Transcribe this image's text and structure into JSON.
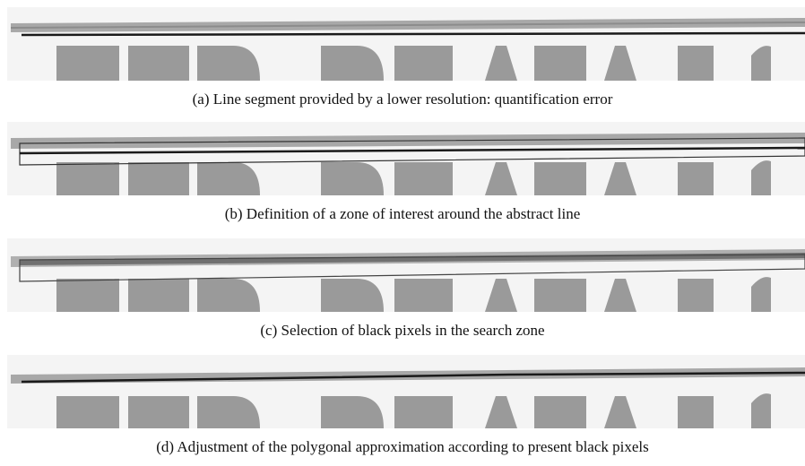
{
  "figure": {
    "subfigures": [
      {
        "caption": "(a)  Line segment provided by a lower resolution: quantification error"
      },
      {
        "caption": "(b)  Definition of a zone of interest around the abstract line"
      },
      {
        "caption": "(c)  Selection of black pixels in the search zone"
      },
      {
        "caption": "(d)  Adjustment of the polygonal approximation according to present black pixels"
      }
    ]
  }
}
